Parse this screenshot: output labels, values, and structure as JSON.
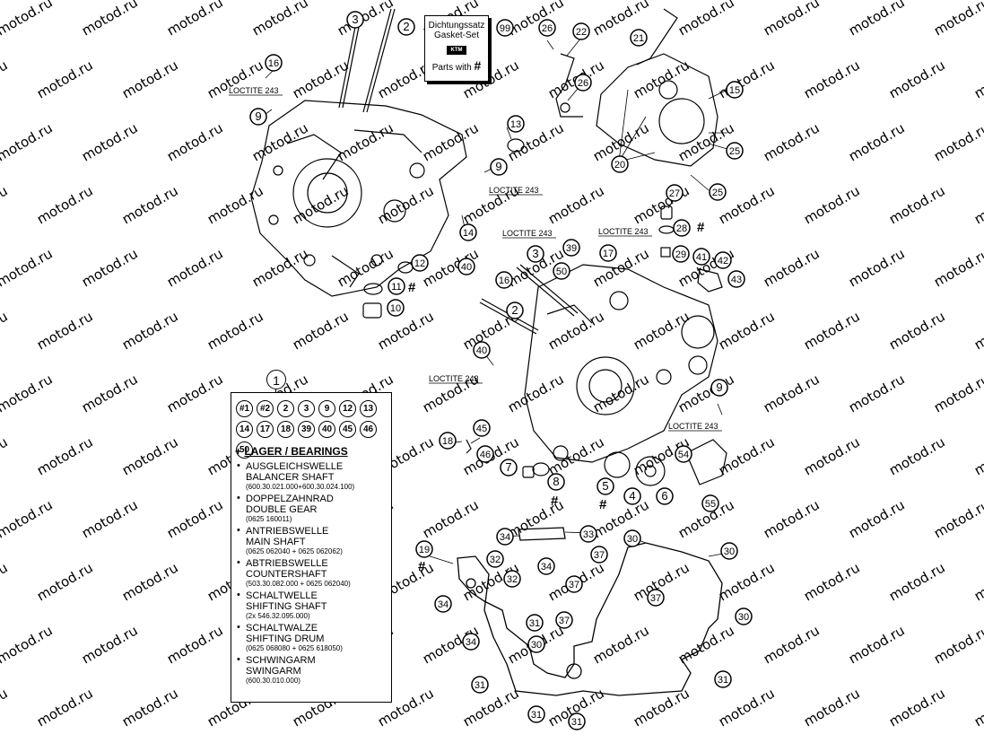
{
  "watermark": "motod.ru",
  "gasket_box": {
    "line1": "Dichtungssatz",
    "line2": "Gasket-Set",
    "logo": "KTM",
    "parts_with": "Parts with",
    "symbol": "#"
  },
  "legend": {
    "title_num": "1",
    "codes": [
      "#1",
      "#2",
      "2",
      "3",
      "9",
      "12",
      "13",
      "14",
      "17",
      "18",
      "39",
      "40",
      "45",
      "46",
      "50"
    ],
    "heading_plus": "+",
    "heading": "LAGER / BEARINGS",
    "items": [
      {
        "de": "AUSGLEICHSWELLE",
        "en": "BALANCER SHAFT",
        "no": "(600.30.021.000+600.30.024.100)"
      },
      {
        "de": "DOPPELZAHNRAD",
        "en": "DOUBLE GEAR",
        "no": "(0625 160011)"
      },
      {
        "de": "ANTRIEBSWELLE",
        "en": "MAIN SHAFT",
        "no": "(0625 062040 + 0625 062062)"
      },
      {
        "de": "ABTRIEBSWELLE",
        "en": "COUNTERSHAFT",
        "no": "(503.30.082.000 + 0625 062040)"
      },
      {
        "de": "SCHALTWELLE",
        "en": "SHIFTING SHAFT",
        "no": "(2x 546.32.095.000)"
      },
      {
        "de": "SCHALTWALZE",
        "en": "SHIFTING DRUM",
        "no": "(0625 068080 + 0625 618050)"
      },
      {
        "de": "SCHWINGARM",
        "en": "SWINGARM",
        "no": "(600.30.010.000)"
      }
    ]
  },
  "loctite_labels": [
    "LOCTITE 243",
    "LOCTITE 243",
    "LOCTITE 243",
    "LOCTITE 243",
    "LOCTITE 243",
    "LOCTITE 243"
  ],
  "part_numbers": [
    "3",
    "2",
    "99",
    "26",
    "22",
    "21",
    "16",
    "9",
    "13",
    "15",
    "26",
    "20",
    "25",
    "9",
    "25",
    "27",
    "14",
    "28",
    "40",
    "39",
    "17",
    "3",
    "29",
    "41",
    "42",
    "50",
    "43",
    "16",
    "12",
    "11",
    "10",
    "2",
    "40",
    "9",
    "45",
    "18",
    "46",
    "54",
    "7",
    "8",
    "5",
    "4",
    "6",
    "55",
    "34",
    "33",
    "19",
    "32",
    "34",
    "30",
    "30",
    "37",
    "32",
    "37",
    "37",
    "30",
    "31",
    "37",
    "34",
    "34",
    "30",
    "31",
    "31",
    "31",
    "31"
  ],
  "hash_marks": [
    "#",
    "#",
    "#",
    "#",
    "#",
    "#"
  ]
}
